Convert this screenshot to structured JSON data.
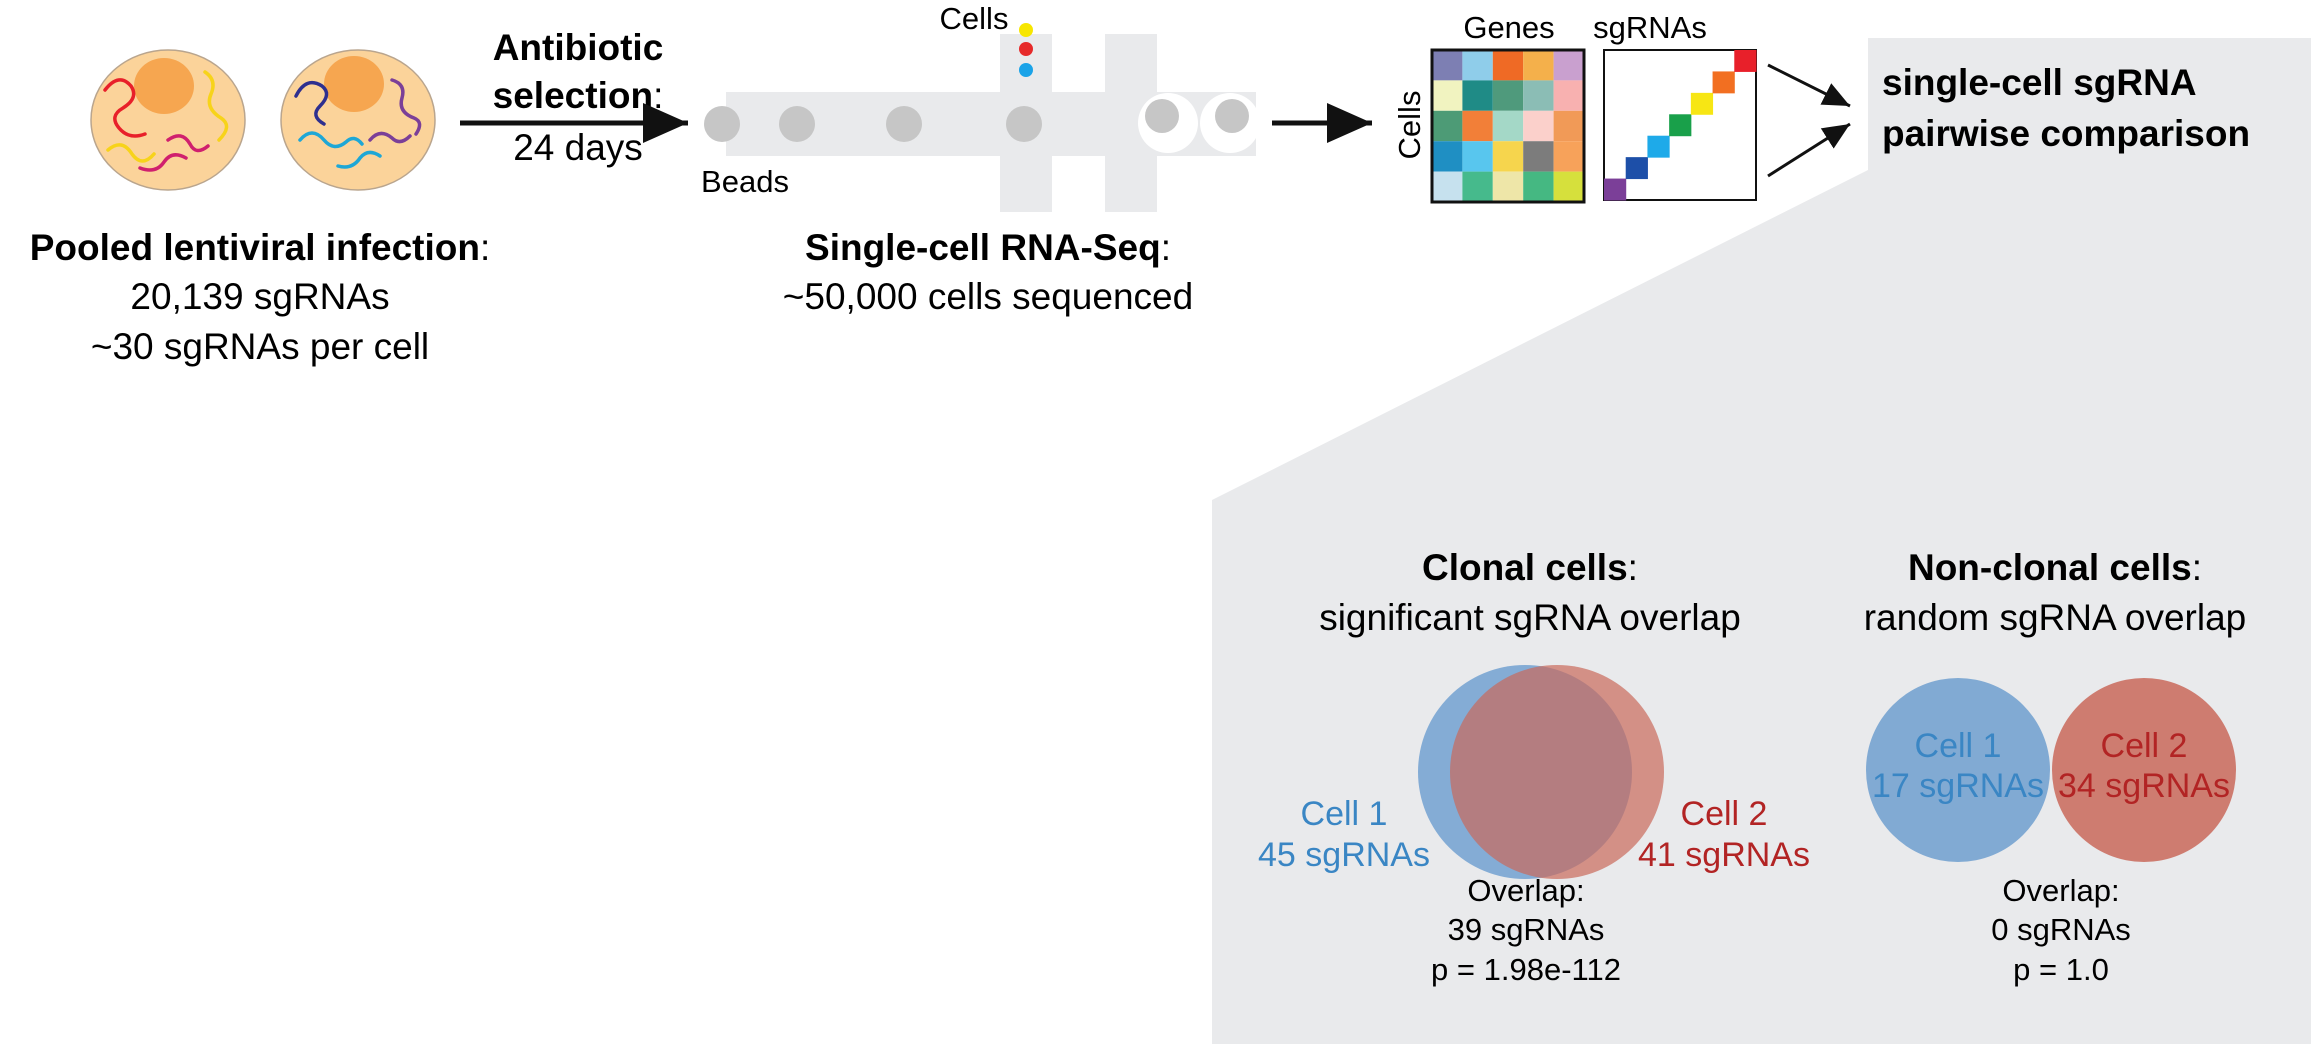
{
  "colors": {
    "cell_body": "#fbd39a",
    "nucleus": "#f6a650",
    "panel_gray": "#e9eaec",
    "bead_gray": "#c6c6c6",
    "venn_blue": "#6e9fcf",
    "venn_red": "#c9695b",
    "text_blue": "#3a86c4",
    "text_red": "#b22424",
    "dot_yellow": "#f7e600",
    "dot_red": "#e62a2a",
    "dot_blue": "#1aa3e8"
  },
  "step1": {
    "title": "Pooled lentiviral infection",
    "suffix": ":",
    "line1": "20,139 sgRNAs",
    "line2": "~30 sgRNAs per cell"
  },
  "arrow1": {
    "title_line1": "Antibiotic",
    "title_line2": "selection",
    "suffix": ":",
    "duration": "24 days"
  },
  "step2": {
    "cells_label": "Cells",
    "beads_label": "Beads",
    "title": "Single-cell RNA-Seq",
    "suffix": ":",
    "line1": "~50,000 cells sequenced"
  },
  "matrices": {
    "genes_label": "Genes",
    "sgrnas_label": "sgRNAs",
    "cells_label": "Cells",
    "genes_colors": [
      [
        "#7d7fb3",
        "#8fcdea",
        "#ef6a25",
        "#f4b04b",
        "#c9a0cf"
      ],
      [
        "#f1f3c0",
        "#1f8b86",
        "#4f9a7c",
        "#8bbdb5",
        "#f8b1b0"
      ],
      [
        "#4d9b76",
        "#f27f38",
        "#a4d8c7",
        "#fbd0cb",
        "#f19a57"
      ],
      [
        "#1f8fc3",
        "#58c6ee",
        "#f6d54d",
        "#7c7c7c",
        "#f7a25a"
      ],
      [
        "#c6e1ee",
        "#46ba8c",
        "#eee6a8",
        "#45b882",
        "#d6e03c"
      ]
    ],
    "sgrna_step_colors": [
      "#7b3f98",
      "#1d4fa8",
      "#1eaae9",
      "#19a04a",
      "#f7e614",
      "#f26f21",
      "#e8202a"
    ]
  },
  "step3": {
    "title_line1": "single-cell sgRNA",
    "title_line2": "pairwise comparison"
  },
  "clonal": {
    "title": "Clonal cells",
    "suffix": ":",
    "subtitle": "significant sgRNA overlap",
    "cell1_name": "Cell 1",
    "cell1_count": "45 sgRNAs",
    "cell2_name": "Cell 2",
    "cell2_count": "41 sgRNAs",
    "overlap_label": "Overlap:",
    "overlap_count": "39 sgRNAs",
    "p_value": "p = 1.98e-112"
  },
  "nonclonal": {
    "title": "Non-clonal cells",
    "suffix": ":",
    "subtitle": "random sgRNA overlap",
    "cell1_name": "Cell 1",
    "cell1_count": "17 sgRNAs",
    "cell2_name": "Cell 2",
    "cell2_count": "34 sgRNAs",
    "overlap_label": "Overlap:",
    "overlap_count": "0 sgRNAs",
    "p_value": "p = 1.0"
  }
}
